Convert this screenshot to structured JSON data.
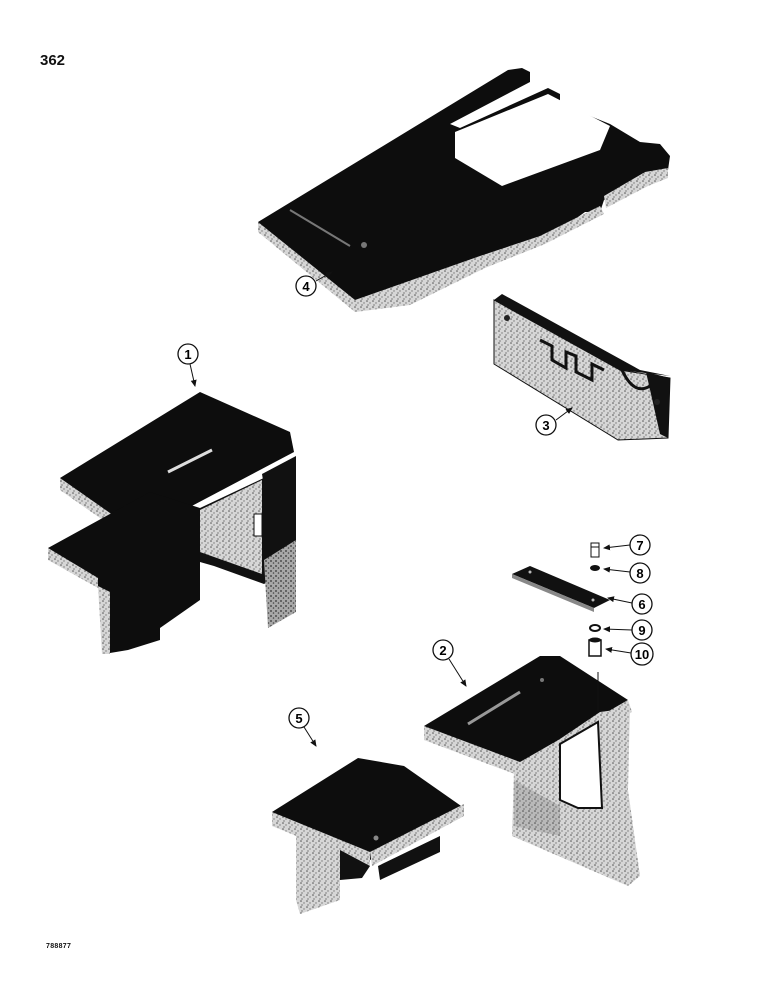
{
  "page": {
    "number": "362",
    "figure_code": "788877"
  },
  "parts": [
    {
      "id": "1",
      "label": "1"
    },
    {
      "id": "2",
      "label": "2"
    },
    {
      "id": "3",
      "label": "3"
    },
    {
      "id": "4",
      "label": "4"
    },
    {
      "id": "5",
      "label": "5"
    },
    {
      "id": "6",
      "label": "6"
    },
    {
      "id": "7",
      "label": "7"
    },
    {
      "id": "8",
      "label": "8"
    },
    {
      "id": "9",
      "label": "9"
    },
    {
      "id": "10",
      "label": "10"
    }
  ],
  "colors": {
    "ink": "#111111",
    "foam": "#cfcfcf",
    "foam_dark": "#9a9a9a"
  }
}
